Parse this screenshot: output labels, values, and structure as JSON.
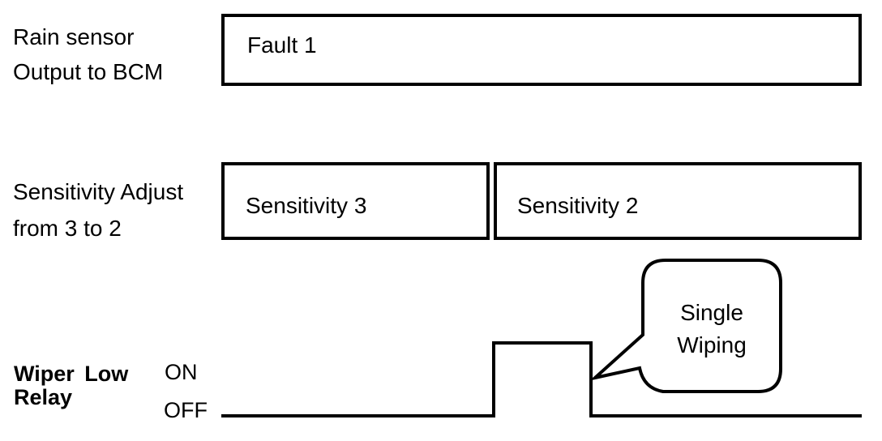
{
  "colors": {
    "ink": "#000000",
    "paper": "#ffffff"
  },
  "rows": [
    {
      "name": "rain-sensor-output",
      "label_lines": [
        "Rain sensor",
        "Output to BCM"
      ],
      "segments": [
        {
          "label": "Fault 1"
        }
      ]
    },
    {
      "name": "sensitivity-adjust",
      "label_lines": [
        "Sensitivity Adjust",
        "from 3 to 2"
      ],
      "segments": [
        {
          "label": "Sensitivity 3"
        },
        {
          "label": "Sensitivity 2"
        }
      ]
    },
    {
      "name": "wiper-low-relay",
      "label_lines": [
        "Wiper Low",
        "Relay"
      ],
      "level_labels": {
        "on": "ON",
        "off": "OFF"
      },
      "waveform": {
        "type": "digital-pulse",
        "states": [
          "OFF",
          "ON",
          "OFF"
        ],
        "pulse_starts_at": "Sensitivity 2 start"
      },
      "callout": {
        "lines": [
          "Single",
          "Wiping"
        ]
      }
    }
  ]
}
